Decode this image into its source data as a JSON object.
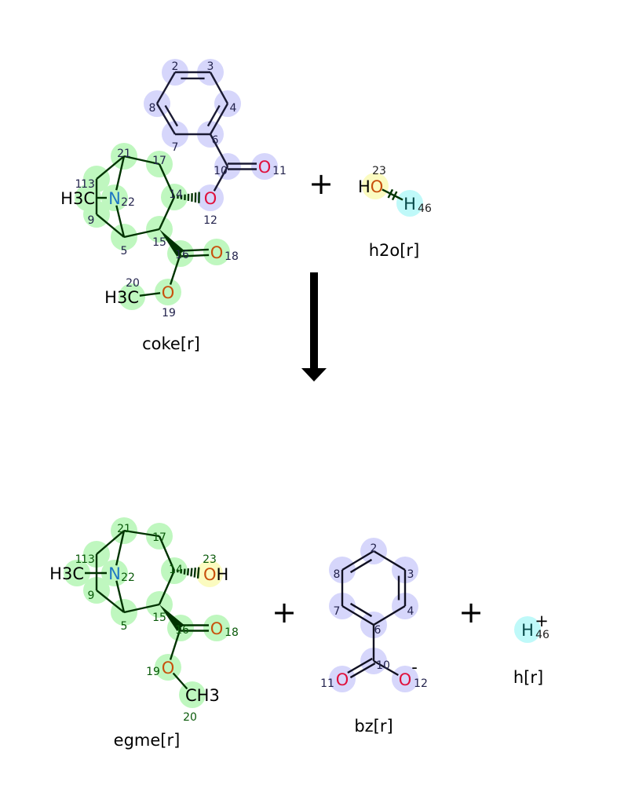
{
  "colors": {
    "blue_hl": "#d6d6fb",
    "green_hl": "#bff7bf",
    "yellow_hl": "#fbfbc0",
    "cyan_hl": "#bff9f9",
    "oxygen": "#e0103c",
    "oxygen_ester": "#c8500c",
    "nitrogen": "#1f77c4"
  },
  "plus_sign": "+",
  "molecules": [
    {
      "name": "coke[r]",
      "atoms": [
        {
          "num": "2",
          "label": ""
        },
        {
          "num": "3",
          "label": ""
        },
        {
          "num": "4",
          "label": ""
        },
        {
          "num": "6",
          "label": ""
        },
        {
          "num": "7",
          "label": ""
        },
        {
          "num": "8",
          "label": ""
        },
        {
          "num": "10",
          "label": ""
        },
        {
          "num": "11",
          "label": "O"
        },
        {
          "num": "12",
          "label": "O"
        },
        {
          "num": "21",
          "label": ""
        },
        {
          "num": "17",
          "label": ""
        },
        {
          "num": "14",
          "label": ""
        },
        {
          "num": "15",
          "label": ""
        },
        {
          "num": "5",
          "label": ""
        },
        {
          "num": "9",
          "label": ""
        },
        {
          "num": "13",
          "label": ""
        },
        {
          "num": "22",
          "label": "N"
        },
        {
          "num": "16",
          "label": ""
        },
        {
          "num": "18",
          "label": "O"
        },
        {
          "num": "19",
          "label": "O"
        },
        {
          "num": "20",
          "label": "H3C"
        },
        {
          "num": "1",
          "label": "H3C"
        }
      ]
    },
    {
      "name": "h2o[r]",
      "atoms": [
        {
          "num": "23",
          "label": "HO"
        },
        {
          "num": "46",
          "label": "H"
        }
      ]
    },
    {
      "name": "egme[r]",
      "atoms": [
        {
          "num": "21",
          "label": ""
        },
        {
          "num": "17",
          "label": ""
        },
        {
          "num": "14",
          "label": ""
        },
        {
          "num": "15",
          "label": ""
        },
        {
          "num": "5",
          "label": ""
        },
        {
          "num": "9",
          "label": ""
        },
        {
          "num": "13",
          "label": ""
        },
        {
          "num": "22",
          "label": "N"
        },
        {
          "num": "16",
          "label": ""
        },
        {
          "num": "18",
          "label": "O"
        },
        {
          "num": "19",
          "label": "O"
        },
        {
          "num": "20",
          "label": "CH3"
        },
        {
          "num": "1",
          "label": "H3C"
        },
        {
          "num": "23",
          "label": "OH"
        }
      ]
    },
    {
      "name": "bz[r]",
      "atoms": [
        {
          "num": "2",
          "label": ""
        },
        {
          "num": "3",
          "label": ""
        },
        {
          "num": "4",
          "label": ""
        },
        {
          "num": "6",
          "label": ""
        },
        {
          "num": "7",
          "label": ""
        },
        {
          "num": "8",
          "label": ""
        },
        {
          "num": "10",
          "label": ""
        },
        {
          "num": "11",
          "label": "O"
        },
        {
          "num": "12",
          "label": "O",
          "charge": "-"
        }
      ]
    },
    {
      "name": "h[r]",
      "atoms": [
        {
          "num": "46",
          "label": "H",
          "charge": "+"
        }
      ]
    }
  ]
}
